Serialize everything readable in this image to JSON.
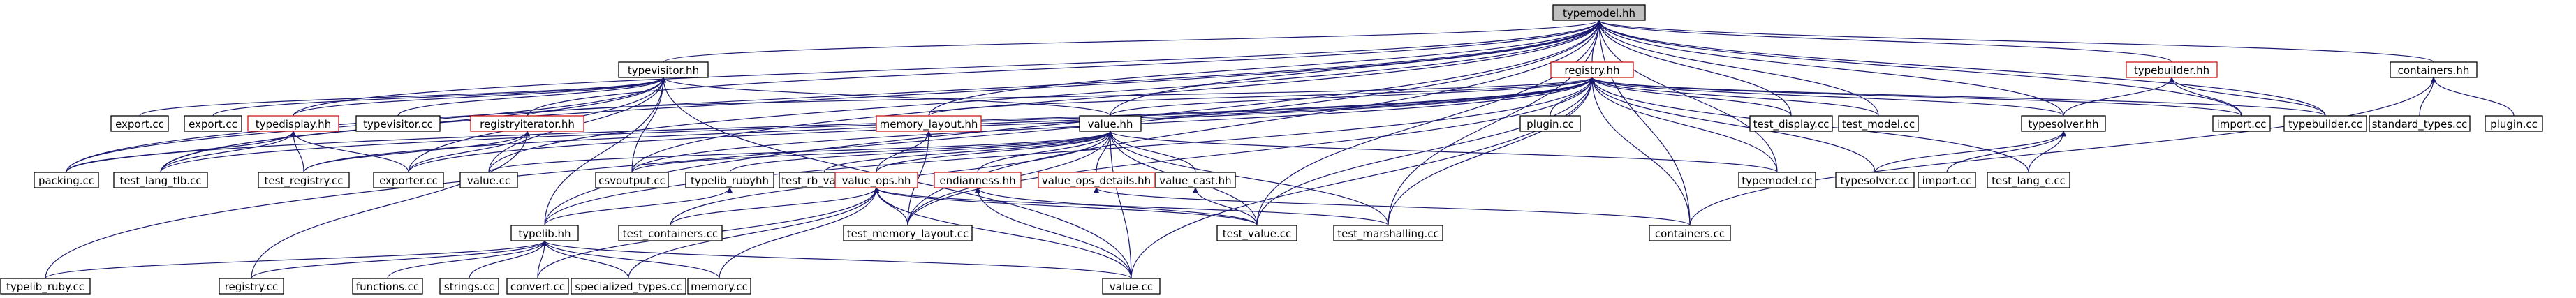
{
  "diagram": {
    "root": "typemodel.hh",
    "nodes": [
      {
        "id": "typemodel_hh",
        "label": "typemodel.hh",
        "root": true
      },
      {
        "id": "typevisitor_hh",
        "label": "typevisitor.hh"
      },
      {
        "id": "registry_hh",
        "label": "registry.hh",
        "red": true
      },
      {
        "id": "typebuilder_hh",
        "label": "typebuilder.hh",
        "red": true
      },
      {
        "id": "containers_hh",
        "label": "containers.hh"
      },
      {
        "id": "export_cc_1",
        "label": "export.cc"
      },
      {
        "id": "export_cc_2",
        "label": "export.cc"
      },
      {
        "id": "typedisplay_hh",
        "label": "typedisplay.hh",
        "red": true
      },
      {
        "id": "typevisitor_cc",
        "label": "typevisitor.cc"
      },
      {
        "id": "registryiterator_hh",
        "label": "registryiterator.hh",
        "red": true
      },
      {
        "id": "memory_layout_hh",
        "label": "memory_layout.hh",
        "red": true
      },
      {
        "id": "value_hh",
        "label": "value.hh"
      },
      {
        "id": "plugin_cc_1",
        "label": "plugin.cc"
      },
      {
        "id": "test_display_cc",
        "label": "test_display.cc"
      },
      {
        "id": "test_model_cc",
        "label": "test_model.cc"
      },
      {
        "id": "typesolver_hh",
        "label": "typesolver.hh"
      },
      {
        "id": "import_cc_1",
        "label": "import.cc"
      },
      {
        "id": "typebuilder_cc",
        "label": "typebuilder.cc"
      },
      {
        "id": "standard_types_cc",
        "label": "standard_types.cc"
      },
      {
        "id": "plugin_cc_2",
        "label": "plugin.cc"
      },
      {
        "id": "packing_cc",
        "label": "packing.cc"
      },
      {
        "id": "test_lang_tlb_cc",
        "label": "test_lang_tlb.cc"
      },
      {
        "id": "test_registry_cc",
        "label": "test_registry.cc"
      },
      {
        "id": "exporter_cc",
        "label": "exporter.cc"
      },
      {
        "id": "value_cc_1",
        "label": "value.cc"
      },
      {
        "id": "csvoutput_cc",
        "label": "csvoutput.cc"
      },
      {
        "id": "typelib_rubyhh",
        "label": "typelib_rubyhh"
      },
      {
        "id": "test_rb_value_cc",
        "label": "test_rb_value.cc"
      },
      {
        "id": "endianness_hh",
        "label": "endianness.hh",
        "red": true
      },
      {
        "id": "value_ops_details_hh",
        "label": "value_ops_details.hh",
        "red": true
      },
      {
        "id": "value_cast_hh",
        "label": "value_cast.hh"
      },
      {
        "id": "typemodel_cc",
        "label": "typemodel.cc"
      },
      {
        "id": "typesolver_cc",
        "label": "typesolver.cc"
      },
      {
        "id": "import_cc_2",
        "label": "import.cc"
      },
      {
        "id": "test_lang_c_cc",
        "label": "test_lang_c.cc"
      },
      {
        "id": "value_ops_hh",
        "label": "value_ops.hh",
        "red": true
      },
      {
        "id": "test_containers_cc",
        "label": "test_containers.cc"
      },
      {
        "id": "test_memory_layout_cc",
        "label": "test_memory_layout.cc"
      },
      {
        "id": "test_value_cc",
        "label": "test_value.cc"
      },
      {
        "id": "test_marshalling_cc",
        "label": "test_marshalling.cc"
      },
      {
        "id": "containers_cc",
        "label": "containers.cc"
      },
      {
        "id": "typelib_hh",
        "label": "typelib.hh"
      },
      {
        "id": "typelib_ruby_cc",
        "label": "typelib_ruby.cc"
      },
      {
        "id": "registry_cc",
        "label": "registry.cc"
      },
      {
        "id": "functions_cc",
        "label": "functions.cc"
      },
      {
        "id": "strings_cc",
        "label": "strings.cc"
      },
      {
        "id": "convert_cc",
        "label": "convert.cc"
      },
      {
        "id": "specialized_types_cc",
        "label": "specialized_types.cc"
      },
      {
        "id": "memory_cc",
        "label": "memory.cc"
      },
      {
        "id": "value_cc_2",
        "label": "value.cc"
      }
    ],
    "edges": [
      [
        "typemodel_hh",
        "typevisitor_hh"
      ],
      [
        "typemodel_hh",
        "registry_hh"
      ],
      [
        "typemodel_hh",
        "typebuilder_hh"
      ],
      [
        "typemodel_hh",
        "containers_hh"
      ],
      [
        "typemodel_hh",
        "value_hh"
      ],
      [
        "typemodel_hh",
        "typedisplay_hh"
      ],
      [
        "typemodel_hh",
        "registryiterator_hh"
      ],
      [
        "typemodel_hh",
        "memory_layout_hh"
      ],
      [
        "typemodel_hh",
        "test_display_cc"
      ],
      [
        "typemodel_hh",
        "test_model_cc"
      ],
      [
        "typemodel_hh",
        "typesolver_hh"
      ],
      [
        "typemodel_hh",
        "import_cc_1"
      ],
      [
        "typemodel_hh",
        "typebuilder_cc"
      ],
      [
        "typemodel_hh",
        "packing_cc"
      ],
      [
        "typemodel_hh",
        "test_lang_tlb_cc"
      ],
      [
        "typemodel_hh",
        "typelib_hh"
      ],
      [
        "typemodel_hh",
        "typelib_ruby_cc"
      ],
      [
        "typemodel_hh",
        "test_value_cc"
      ],
      [
        "typemodel_hh",
        "test_memory_layout_cc"
      ],
      [
        "typemodel_hh",
        "containers_cc"
      ],
      [
        "typemodel_hh",
        "test_marshalling_cc"
      ],
      [
        "typemodel_hh",
        "value_cc_1"
      ],
      [
        "typemodel_hh",
        "csvoutput_cc"
      ],
      [
        "typemodel_hh",
        "typemodel_cc"
      ],
      [
        "typevisitor_hh",
        "export_cc_1"
      ],
      [
        "typevisitor_hh",
        "export_cc_2"
      ],
      [
        "typevisitor_hh",
        "typedisplay_hh"
      ],
      [
        "typevisitor_hh",
        "typevisitor_cc"
      ],
      [
        "typevisitor_hh",
        "value_hh"
      ],
      [
        "typevisitor_hh",
        "packing_cc"
      ],
      [
        "typevisitor_hh",
        "exporter_cc"
      ],
      [
        "typevisitor_hh",
        "value_cc_1"
      ],
      [
        "typevisitor_hh",
        "csvoutput_cc"
      ],
      [
        "typevisitor_hh",
        "typelib_hh"
      ],
      [
        "typevisitor_hh",
        "test_lang_tlb_cc"
      ],
      [
        "typevisitor_hh",
        "value_cc_2"
      ],
      [
        "registry_hh",
        "registryiterator_hh"
      ],
      [
        "registry_hh",
        "memory_layout_hh"
      ],
      [
        "registry_hh",
        "value_hh"
      ],
      [
        "registry_hh",
        "plugin_cc_1"
      ],
      [
        "registry_hh",
        "test_display_cc"
      ],
      [
        "registry_hh",
        "test_model_cc"
      ],
      [
        "registry_hh",
        "typesolver_hh"
      ],
      [
        "registry_hh",
        "import_cc_1"
      ],
      [
        "registry_hh",
        "typebuilder_cc"
      ],
      [
        "registry_hh",
        "packing_cc"
      ],
      [
        "registry_hh",
        "test_lang_tlb_cc"
      ],
      [
        "registry_hh",
        "test_registry_cc"
      ],
      [
        "registry_hh",
        "exporter_cc"
      ],
      [
        "registry_hh",
        "csvoutput_cc"
      ],
      [
        "registry_hh",
        "typemodel_cc"
      ],
      [
        "registry_hh",
        "test_lang_c_cc"
      ],
      [
        "registry_hh",
        "test_value_cc"
      ],
      [
        "registry_hh",
        "test_marshalling_cc"
      ],
      [
        "registry_hh",
        "test_memory_layout_cc"
      ],
      [
        "registry_hh",
        "containers_cc"
      ],
      [
        "registry_hh",
        "value_cc_2"
      ],
      [
        "registry_hh",
        "typelib_hh"
      ],
      [
        "registry_hh",
        "typesolver_cc"
      ],
      [
        "typebuilder_hh",
        "import_cc_1"
      ],
      [
        "typebuilder_hh",
        "typebuilder_cc"
      ],
      [
        "typebuilder_hh",
        "typesolver_hh"
      ],
      [
        "containers_hh",
        "standard_types_cc"
      ],
      [
        "containers_hh",
        "plugin_cc_2"
      ],
      [
        "containers_hh",
        "containers_cc"
      ],
      [
        "typedisplay_hh",
        "packing_cc"
      ],
      [
        "typedisplay_hh",
        "test_lang_tlb_cc"
      ],
      [
        "typedisplay_hh",
        "test_registry_cc"
      ],
      [
        "typedisplay_hh",
        "exporter_cc"
      ],
      [
        "registryiterator_hh",
        "test_registry_cc"
      ],
      [
        "registryiterator_hh",
        "exporter_cc"
      ],
      [
        "registryiterator_hh",
        "registry_cc"
      ],
      [
        "memory_layout_hh",
        "value_ops_hh"
      ],
      [
        "memory_layout_hh",
        "test_memory_layout_cc"
      ],
      [
        "value_hh",
        "value_cc_1"
      ],
      [
        "value_hh",
        "csvoutput_cc"
      ],
      [
        "value_hh",
        "typelib_rubyhh"
      ],
      [
        "value_hh",
        "test_rb_value_cc"
      ],
      [
        "value_hh",
        "endianness_hh"
      ],
      [
        "value_hh",
        "value_ops_details_hh"
      ],
      [
        "value_hh",
        "value_cast_hh"
      ],
      [
        "value_hh",
        "value_ops_hh"
      ],
      [
        "value_hh",
        "test_value_cc"
      ],
      [
        "value_hh",
        "test_memory_layout_cc"
      ],
      [
        "value_hh",
        "test_containers_cc"
      ],
      [
        "value_hh",
        "typemodel_cc"
      ],
      [
        "value_hh",
        "value_cc_2"
      ],
      [
        "value_hh",
        "test_marshalling_cc"
      ],
      [
        "typesolver_hh",
        "typesolver_cc"
      ],
      [
        "typesolver_hh",
        "import_cc_2"
      ],
      [
        "typesolver_hh",
        "test_lang_c_cc"
      ],
      [
        "typelib_rubyhh",
        "typelib_hh"
      ],
      [
        "endianness_hh",
        "test_value_cc"
      ],
      [
        "endianness_hh",
        "value_cc_2"
      ],
      [
        "value_ops_details_hh",
        "containers_cc"
      ],
      [
        "value_cast_hh",
        "test_value_cc"
      ],
      [
        "value_ops_hh",
        "test_containers_cc"
      ],
      [
        "value_ops_hh",
        "test_memory_layout_cc"
      ],
      [
        "value_ops_hh",
        "test_value_cc"
      ],
      [
        "value_ops_hh",
        "test_marshalling_cc"
      ],
      [
        "value_ops_hh",
        "convert_cc"
      ],
      [
        "value_ops_hh",
        "specialized_types_cc"
      ],
      [
        "value_ops_hh",
        "memory_cc"
      ],
      [
        "value_ops_hh",
        "value_cc_2"
      ],
      [
        "typelib_hh",
        "typelib_ruby_cc"
      ],
      [
        "typelib_hh",
        "registry_cc"
      ],
      [
        "typelib_hh",
        "functions_cc"
      ],
      [
        "typelib_hh",
        "strings_cc"
      ],
      [
        "typelib_hh",
        "convert_cc"
      ],
      [
        "typelib_hh",
        "specialized_types_cc"
      ],
      [
        "typelib_hh",
        "memory_cc"
      ],
      [
        "typelib_hh",
        "value_cc_2"
      ]
    ]
  }
}
